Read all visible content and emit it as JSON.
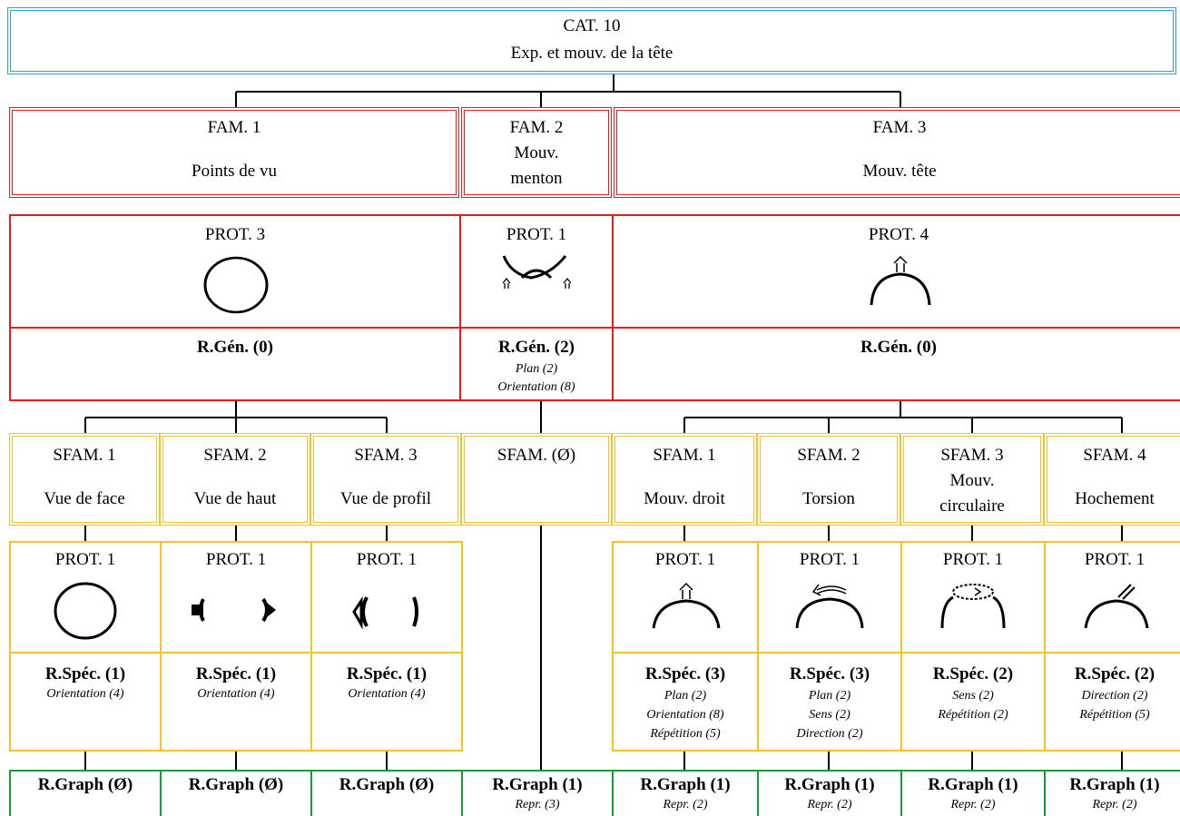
{
  "category": {
    "line1": "CAT. 10",
    "line2": "Exp. et mouv. de la tête"
  },
  "families": [
    {
      "label": "FAM. 1",
      "name": "Points de vu",
      "prot": "PROT. 3",
      "prot_icon": "circle-icon",
      "rgen": "R.Gén. (0)",
      "rgen_details": []
    },
    {
      "label": "FAM. 2",
      "name1": "Mouv.",
      "name2": "menton",
      "prot": "PROT. 1",
      "prot_icon": "chin-arc-icon",
      "rgen": "R.Gén. (2)",
      "rgen_details": [
        "Plan (2)",
        "Orientation (8)"
      ]
    },
    {
      "label": "FAM. 3",
      "name": "Mouv. tête",
      "prot": "PROT. 4",
      "prot_icon": "head-arc-arrow-icon",
      "rgen": "R.Gén. (0)",
      "rgen_details": []
    }
  ],
  "subfamilies": [
    {
      "label": "SFAM. 1",
      "name": "Vue de face",
      "prot": "PROT. 1",
      "icon": "circle-icon",
      "rspec": "R.Spéc. (1)",
      "details": [
        "Orientation (4)"
      ],
      "rgraph": "R.Graph (Ø)",
      "repr": ""
    },
    {
      "label": "SFAM. 2",
      "name": "Vue de haut",
      "prot": "PROT. 1",
      "icon": "top-view-icon",
      "rspec": "R.Spéc. (1)",
      "details": [
        "Orientation (4)"
      ],
      "rgraph": "R.Graph (Ø)",
      "repr": ""
    },
    {
      "label": "SFAM. 3",
      "name": "Vue de profil",
      "prot": "PROT. 1",
      "icon": "profile-view-icon",
      "rspec": "R.Spéc. (1)",
      "details": [
        "Orientation (4)"
      ],
      "rgraph": "R.Graph (Ø)",
      "repr": ""
    },
    {
      "label": "SFAM. (Ø)",
      "name": "",
      "prot": "",
      "icon": "",
      "rspec": "",
      "details": [],
      "rgraph": "R.Graph (1)",
      "repr": "Repr. (3)"
    },
    {
      "label": "SFAM. 1",
      "name": "Mouv. droit",
      "prot": "PROT. 1",
      "icon": "arc-up-arrow-icon",
      "rspec": "R.Spéc. (3)",
      "details": [
        "Plan (2)",
        "Orientation (8)",
        "Répétition (5)"
      ],
      "rgraph": "R.Graph (1)",
      "repr": "Repr. (2)"
    },
    {
      "label": "SFAM. 2",
      "name": "Torsion",
      "prot": "PROT. 1",
      "icon": "arc-twist-arrow-icon",
      "rspec": "R.Spéc. (3)",
      "details": [
        "Plan (2)",
        "Sens (2)",
        "Direction (2)"
      ],
      "rgraph": "R.Graph (1)",
      "repr": "Repr. (2)"
    },
    {
      "label": "SFAM. 3",
      "name1": "Mouv.",
      "name2": "circulaire",
      "prot": "PROT. 1",
      "icon": "arc-circular-icon",
      "rspec": "R.Spéc. (2)",
      "details": [
        "Sens (2)",
        "Répétition (2)"
      ],
      "rgraph": "R.Graph (1)",
      "repr": "Repr. (2)"
    },
    {
      "label": "SFAM. 4",
      "name": "Hochement",
      "prot": "PROT. 1",
      "icon": "arc-nod-icon",
      "rspec": "R.Spéc. (2)",
      "details": [
        "Direction (2)",
        "Répétition (5)"
      ],
      "rgraph": "R.Graph (1)",
      "repr": "Repr. (2)"
    }
  ],
  "colors": {
    "category": "#2aa3d8",
    "family": "#e02020",
    "subfamily": "#f5c22a",
    "graph": "#1c9a3a"
  }
}
